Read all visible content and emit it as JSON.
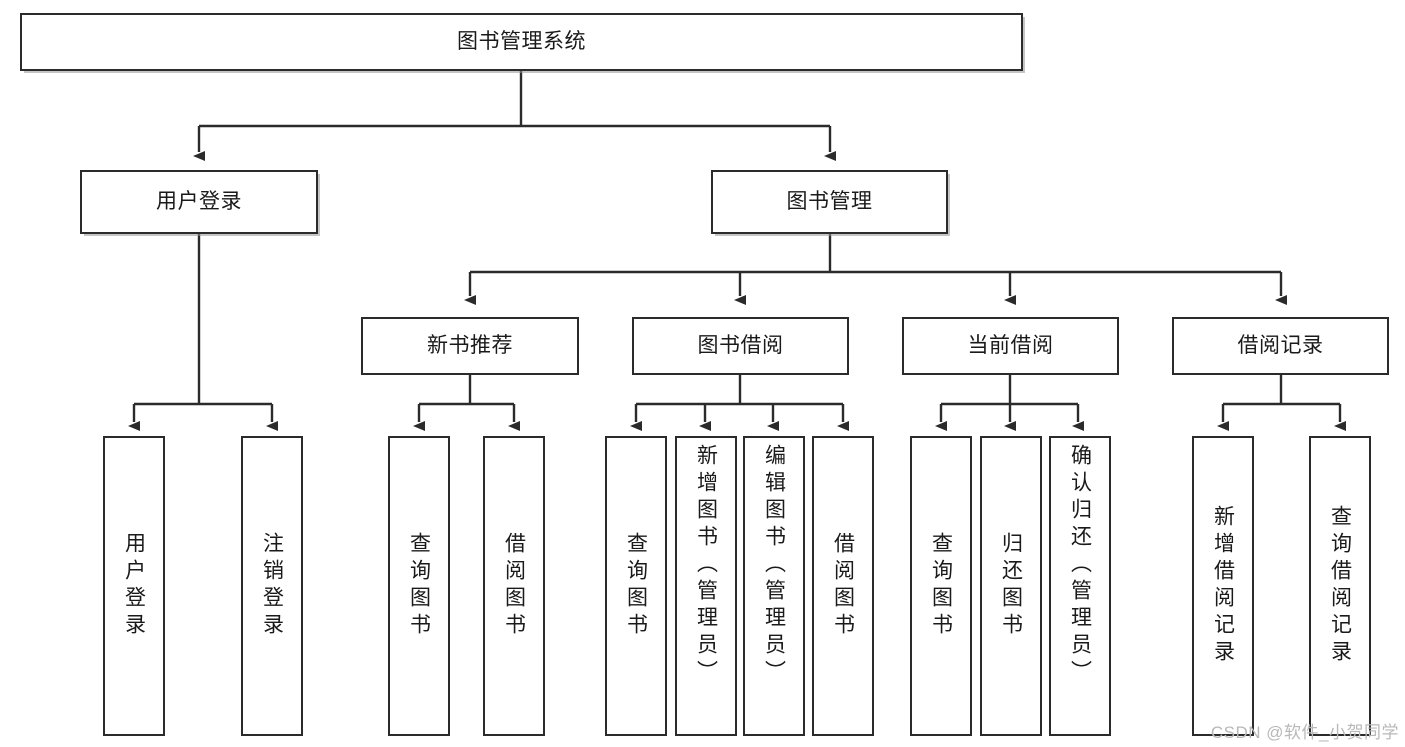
{
  "diagram": {
    "type": "tree-hierarchy",
    "title": "图书管理系统",
    "watermark": "CSDN @软件_小贺同学",
    "colors": {
      "box_border": "#2b2b2b",
      "box_fill": "#ffffff",
      "connector": "#2b2b2b",
      "text": "#1a1a1a",
      "watermark": "#b8b8b8",
      "page_background": "#ffffff"
    },
    "levels": {
      "level1": [
        "图书管理系统"
      ],
      "level2": [
        "用户登录",
        "图书管理"
      ],
      "level3": [
        "新书推荐",
        "图书借阅",
        "当前借阅",
        "借阅记录"
      ],
      "level4": [
        "用户登录",
        "注销登录",
        "查询图书",
        "借阅图书",
        "查询图书",
        "新增图书（管理员）",
        "编辑图书（管理员）",
        "借阅图书",
        "查询图书",
        "归还图书",
        "确认归还（管理员）",
        "新增借阅记录",
        "查询借阅记录"
      ]
    },
    "nodes": {
      "root": {
        "label": "图书管理系统"
      },
      "user_login": {
        "label": "用户登录"
      },
      "book_manage": {
        "label": "图书管理"
      },
      "new_book_rec": {
        "label": "新书推荐"
      },
      "book_borrow": {
        "label": "图书借阅"
      },
      "current_borrow": {
        "label": "当前借阅"
      },
      "borrow_record": {
        "label": "借阅记录"
      },
      "leaf_user_login": {
        "label": "用户登录"
      },
      "leaf_logout": {
        "label": "注销登录"
      },
      "leaf_query_book_1": {
        "label": "查询图书"
      },
      "leaf_borrow_book_1": {
        "label": "借阅图书"
      },
      "leaf_query_book_2": {
        "label": "查询图书"
      },
      "leaf_add_book_admin": {
        "label": "新增图书（管理员）"
      },
      "leaf_edit_book_admin": {
        "label": "编辑图书（管理员）"
      },
      "leaf_borrow_book_2": {
        "label": "借阅图书"
      },
      "leaf_query_book_3": {
        "label": "查询图书"
      },
      "leaf_return_book": {
        "label": "归还图书"
      },
      "leaf_confirm_return_admin": {
        "label": "确认归还（管理员）"
      },
      "leaf_add_borrow_record": {
        "label": "新增借阅记录"
      },
      "leaf_query_borrow_record": {
        "label": "查询借阅记录"
      }
    },
    "edges": [
      {
        "from": "图书管理系统",
        "to": "用户登录"
      },
      {
        "from": "图书管理系统",
        "to": "图书管理"
      },
      {
        "from": "用户登录",
        "to": "用户登录"
      },
      {
        "from": "用户登录",
        "to": "注销登录"
      },
      {
        "from": "图书管理",
        "to": "新书推荐"
      },
      {
        "from": "图书管理",
        "to": "图书借阅"
      },
      {
        "from": "图书管理",
        "to": "当前借阅"
      },
      {
        "from": "图书管理",
        "to": "借阅记录"
      },
      {
        "from": "新书推荐",
        "to": "查询图书"
      },
      {
        "from": "新书推荐",
        "to": "借阅图书"
      },
      {
        "from": "图书借阅",
        "to": "查询图书"
      },
      {
        "from": "图书借阅",
        "to": "新增图书（管理员）"
      },
      {
        "from": "图书借阅",
        "to": "编辑图书（管理员）"
      },
      {
        "from": "图书借阅",
        "to": "借阅图书"
      },
      {
        "from": "当前借阅",
        "to": "查询图书"
      },
      {
        "from": "当前借阅",
        "to": "归还图书"
      },
      {
        "from": "当前借阅",
        "to": "确认归还（管理员）"
      },
      {
        "from": "借阅记录",
        "to": "新增借阅记录"
      },
      {
        "from": "借阅记录",
        "to": "查询借阅记录"
      }
    ]
  }
}
